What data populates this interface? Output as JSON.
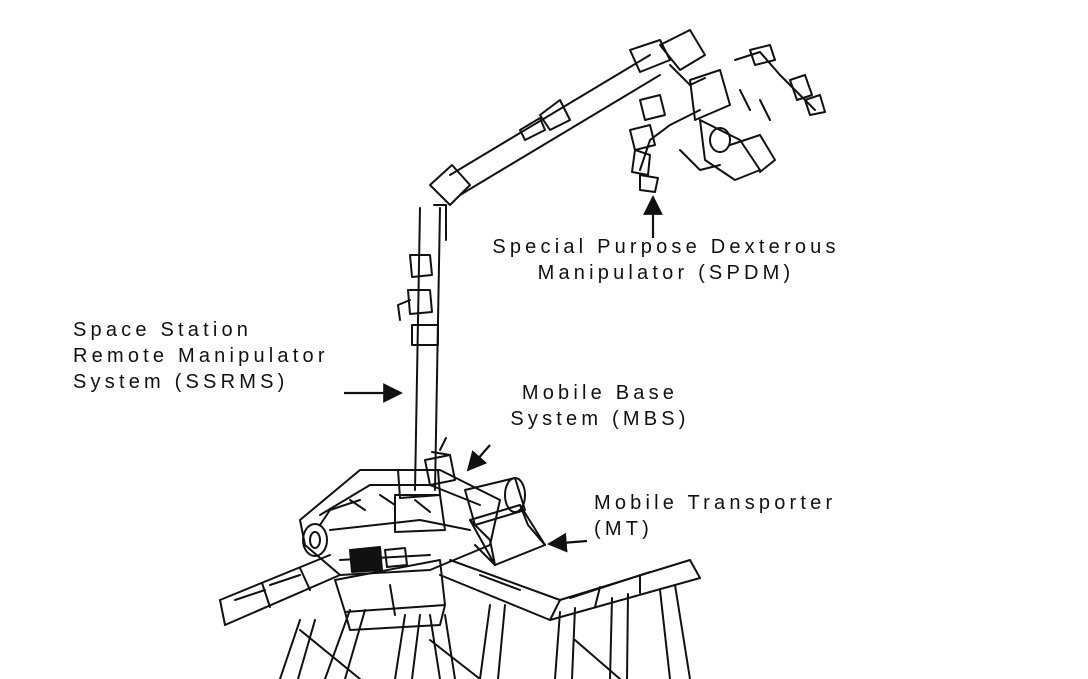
{
  "labels": {
    "spdm": {
      "line1": "Special Purpose Dexterous",
      "line2": "Manipulator (SPDM)"
    },
    "ssrms": {
      "line1": "Space Station",
      "line2": "Remote Manipulator",
      "line3": "System (SSRMS)"
    },
    "mbs": {
      "line1": "Mobile Base",
      "line2": "System (MBS)"
    },
    "mt": {
      "line1": "Mobile Transporter",
      "line2": "(MT)"
    }
  },
  "colors": {
    "ink": "#111111",
    "paper": "#ffffff"
  }
}
